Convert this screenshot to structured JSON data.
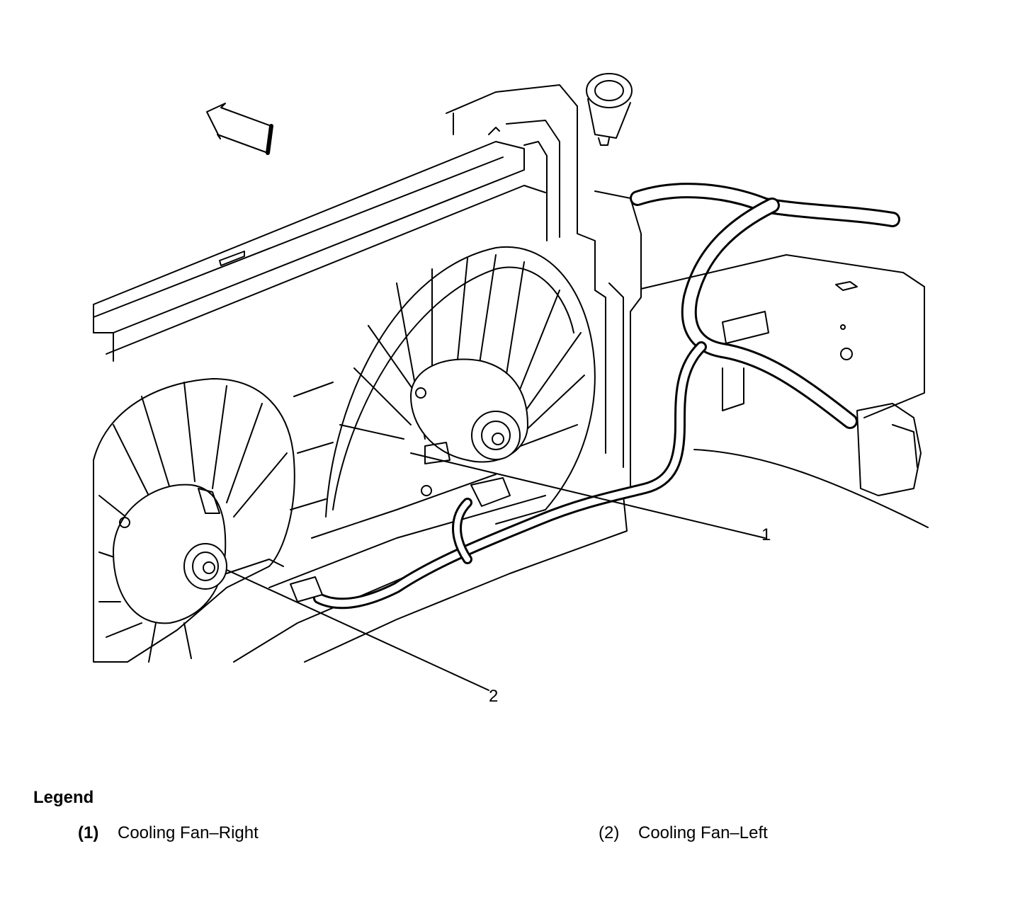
{
  "callouts": [
    {
      "number": "1"
    },
    {
      "number": "2"
    }
  ],
  "legend": {
    "title": "Legend",
    "items": [
      {
        "number": "(1)",
        "label": "Cooling Fan–Right"
      },
      {
        "number": "(2)",
        "label": "Cooling Fan–Left"
      }
    ]
  },
  "colors": {
    "line": "#000000",
    "background": "#ffffff"
  }
}
